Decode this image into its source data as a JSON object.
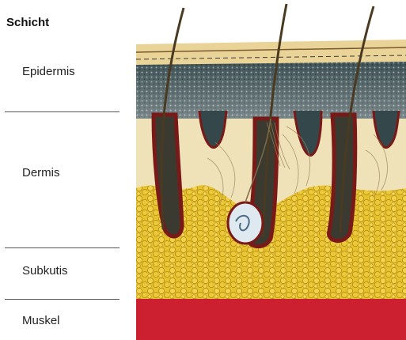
{
  "legend": {
    "heading": "Schicht",
    "layers": [
      "Epidermis",
      "Dermis",
      "Subkutis",
      "Muskel"
    ]
  },
  "colors": {
    "muscle": "#cc2030",
    "fat": "#e6c22c",
    "fat_dark": "#b8901a",
    "dermis": "#efe1b8",
    "epidermis_dark": "#2a3a3f",
    "surface": "#e9d396",
    "hair": "#4a3a22",
    "follicle_border": "#7a1a18",
    "gland": "#dfe9f0"
  }
}
